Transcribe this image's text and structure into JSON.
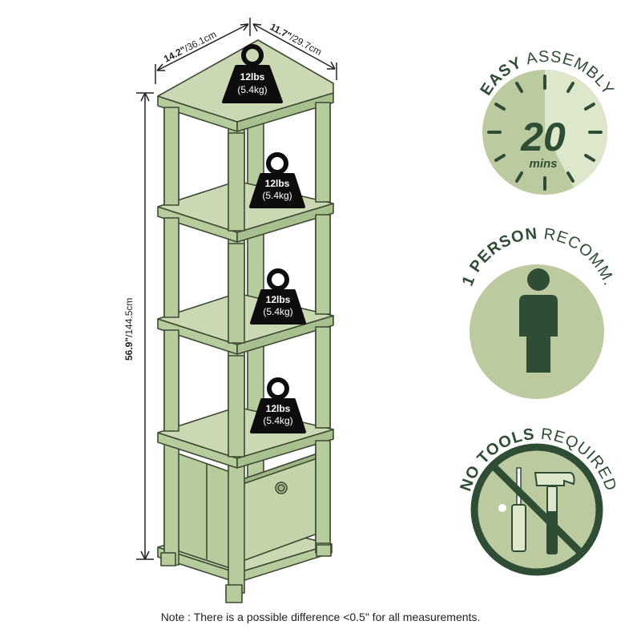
{
  "colors": {
    "wood": "#b7cc9c",
    "wood_light": "#cad9b3",
    "outline": "#3d4a33",
    "badge_bg": "#bccb9f",
    "badge_dark": "#2f4d34",
    "weight": "#0d0d0d"
  },
  "dimensions": {
    "width_imperial": "14.2\"",
    "width_metric": "/36.1cm",
    "depth_imperial": "11.7\"",
    "depth_metric": "/29.7cm",
    "height_imperial": "56.9\"",
    "height_metric": "/144.5cm"
  },
  "weights": [
    {
      "lbs": "12lbs",
      "kg": "(5.4kg)"
    },
    {
      "lbs": "12lbs",
      "kg": "(5.4kg)"
    },
    {
      "lbs": "12lbs",
      "kg": "(5.4kg)"
    },
    {
      "lbs": "12lbs",
      "kg": "(5.4kg)"
    }
  ],
  "badges": {
    "assembly": {
      "bold": "EASY",
      "light": " ASSEMBLY",
      "number": "20",
      "unit": "mins"
    },
    "person": {
      "bold": "1 PERSON",
      "light": " RECOMM."
    },
    "tools": {
      "bold": "NO TOOLS",
      "light": " REQUIRED"
    }
  },
  "note": "Note : There is a possible difference <0.5\" for all measurements.",
  "icons": [
    "weight-icon",
    "clock-icon",
    "person-icon",
    "hammer-icon",
    "screwdriver-icon",
    "prohibited-icon",
    "drawer-pull-icon"
  ]
}
